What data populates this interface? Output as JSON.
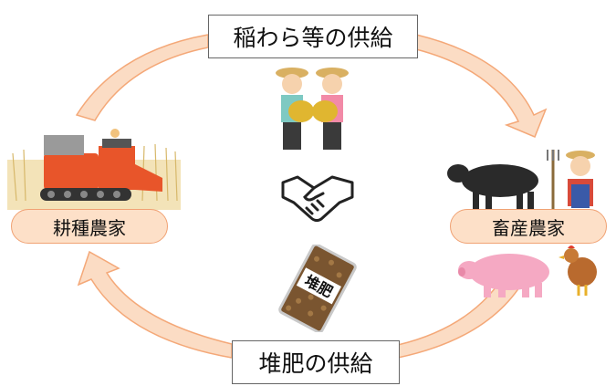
{
  "top_label": "稲わら等の供給",
  "bottom_label": "堆肥の供給",
  "crop_farmer": "耕種農家",
  "livestock_farmer": "畜産農家",
  "compost_bag_label": "堆肥",
  "colors": {
    "arrow_fill": "#fbdcc4",
    "arrow_stroke": "#f4a878",
    "pill_fill": "#fde0c8",
    "pill_stroke": "#f0a274"
  },
  "icons": [
    "harvester-illustration",
    "farmer-couple-illustration",
    "handshake-icon",
    "cow-illustration",
    "farmer-with-pitchfork-illustration",
    "pig-illustration",
    "chicken-illustration",
    "compost-bag-illustration"
  ]
}
